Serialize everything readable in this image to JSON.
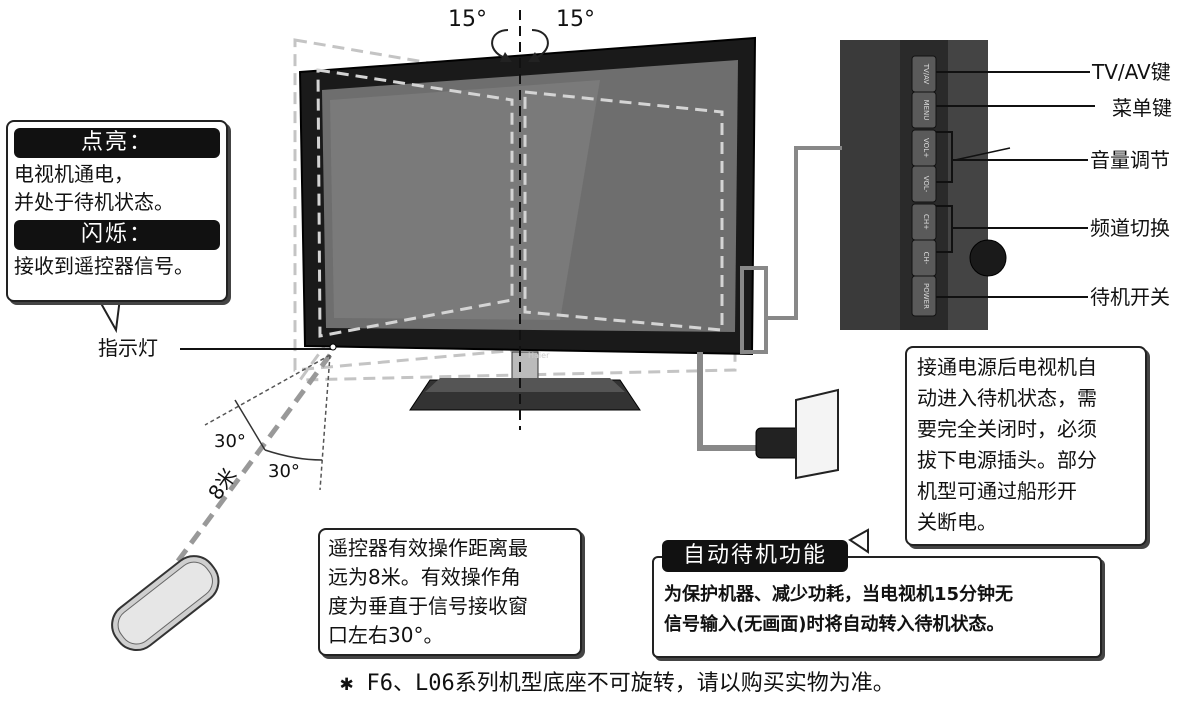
{
  "tilt": {
    "left_deg": "15°",
    "right_deg": "15°"
  },
  "indicator": {
    "label": "指示灯",
    "on_title": "点亮：",
    "on_text": "电视机通电，\n并处于待机状态。",
    "blink_title": "闪烁：",
    "blink_text": "接收到遥控器信号。"
  },
  "remote_range": {
    "angle_left": "30°",
    "angle_right": "30°",
    "distance": "8米"
  },
  "remote_note": "遥控器有效操作距离最\n远为8米。有效操作角\n度为垂直于信号接收窗\n口左右30°。",
  "side_buttons": {
    "tvav": "TV/AV键",
    "menu": "菜单键",
    "volume": "音量调节",
    "channel": "频道切换",
    "power": "待机开关",
    "panel_text": [
      "TV/AV",
      "MENU",
      "VOL+",
      "VOL-",
      "CH+",
      "CH-",
      "POWER"
    ]
  },
  "power_note": "接通电源后电视机自\n动进入待机状态，需\n要完全关闭时，必须\n拔下电源插头。部分\n机型可通过船形开\n关断电。",
  "auto_standby": {
    "title": "自动待机功能",
    "text": "为保护机器、减少功耗，当电视机15分钟无\n信号输入(无画面)时将自动转入待机状态。"
  },
  "footnote": "✱ F6、L06系列机型底座不可旋转，请以购买实物为准。",
  "brand": "Haier",
  "colors": {
    "screen": "#6e6e6e",
    "bezel": "#1a1a1a",
    "dashed": "#bbbbbb"
  }
}
